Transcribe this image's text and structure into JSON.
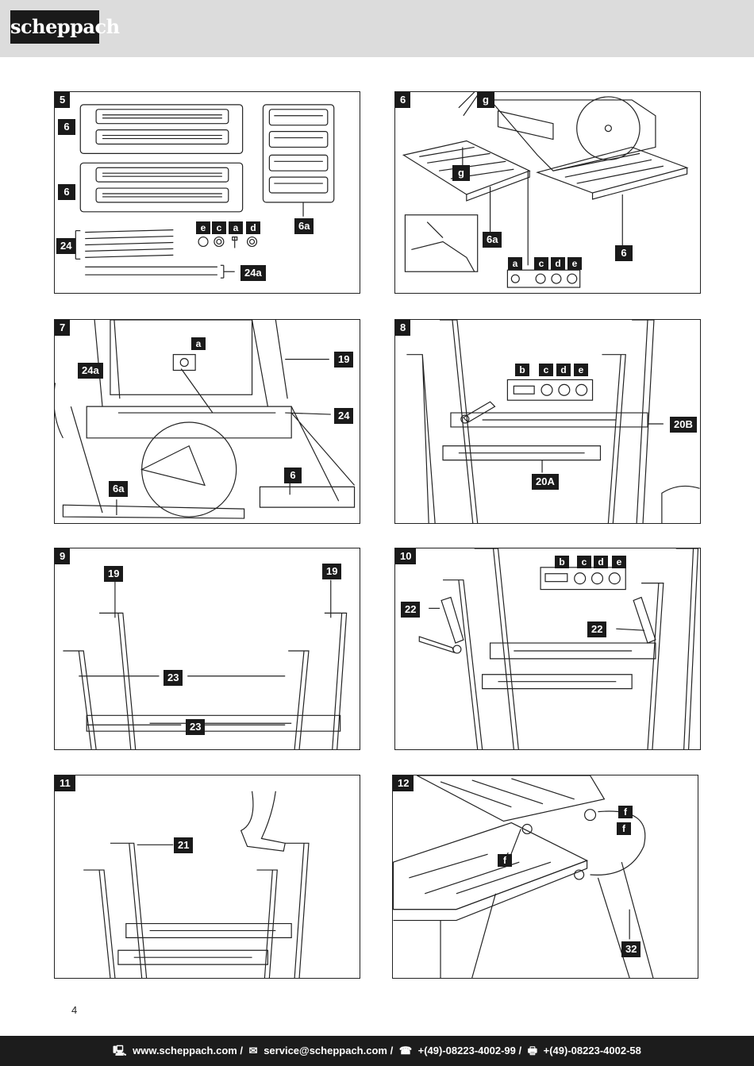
{
  "header": {
    "brand": "scheppach"
  },
  "figures": [
    {
      "num": "5",
      "labels": [
        "6",
        "6",
        "6a",
        "24",
        "24a",
        "e",
        "c",
        "a",
        "d"
      ]
    },
    {
      "num": "6",
      "labels": [
        "g",
        "g",
        "6a",
        "6",
        "a",
        "c",
        "d",
        "e"
      ]
    },
    {
      "num": "7",
      "labels": [
        "a",
        "24a",
        "19",
        "24",
        "6a",
        "6"
      ]
    },
    {
      "num": "8",
      "labels": [
        "b",
        "c",
        "d",
        "e",
        "20B",
        "20A"
      ]
    },
    {
      "num": "9",
      "labels": [
        "19",
        "19",
        "23",
        "23"
      ]
    },
    {
      "num": "10",
      "labels": [
        "b",
        "c",
        "d",
        "e",
        "22",
        "22"
      ]
    },
    {
      "num": "11",
      "labels": [
        "21"
      ]
    },
    {
      "num": "12",
      "labels": [
        "f",
        "f",
        "f",
        "32"
      ]
    }
  ],
  "page_number": "4",
  "footer": {
    "website": "www.scheppach.com /",
    "email": "service@scheppach.com /",
    "phone": "+(49)-08223-4002-99 /",
    "fax": "+(49)-08223-4002-58",
    "icons": [
      "computer-icon",
      "mail-icon",
      "phone-icon",
      "fax-icon"
    ]
  }
}
